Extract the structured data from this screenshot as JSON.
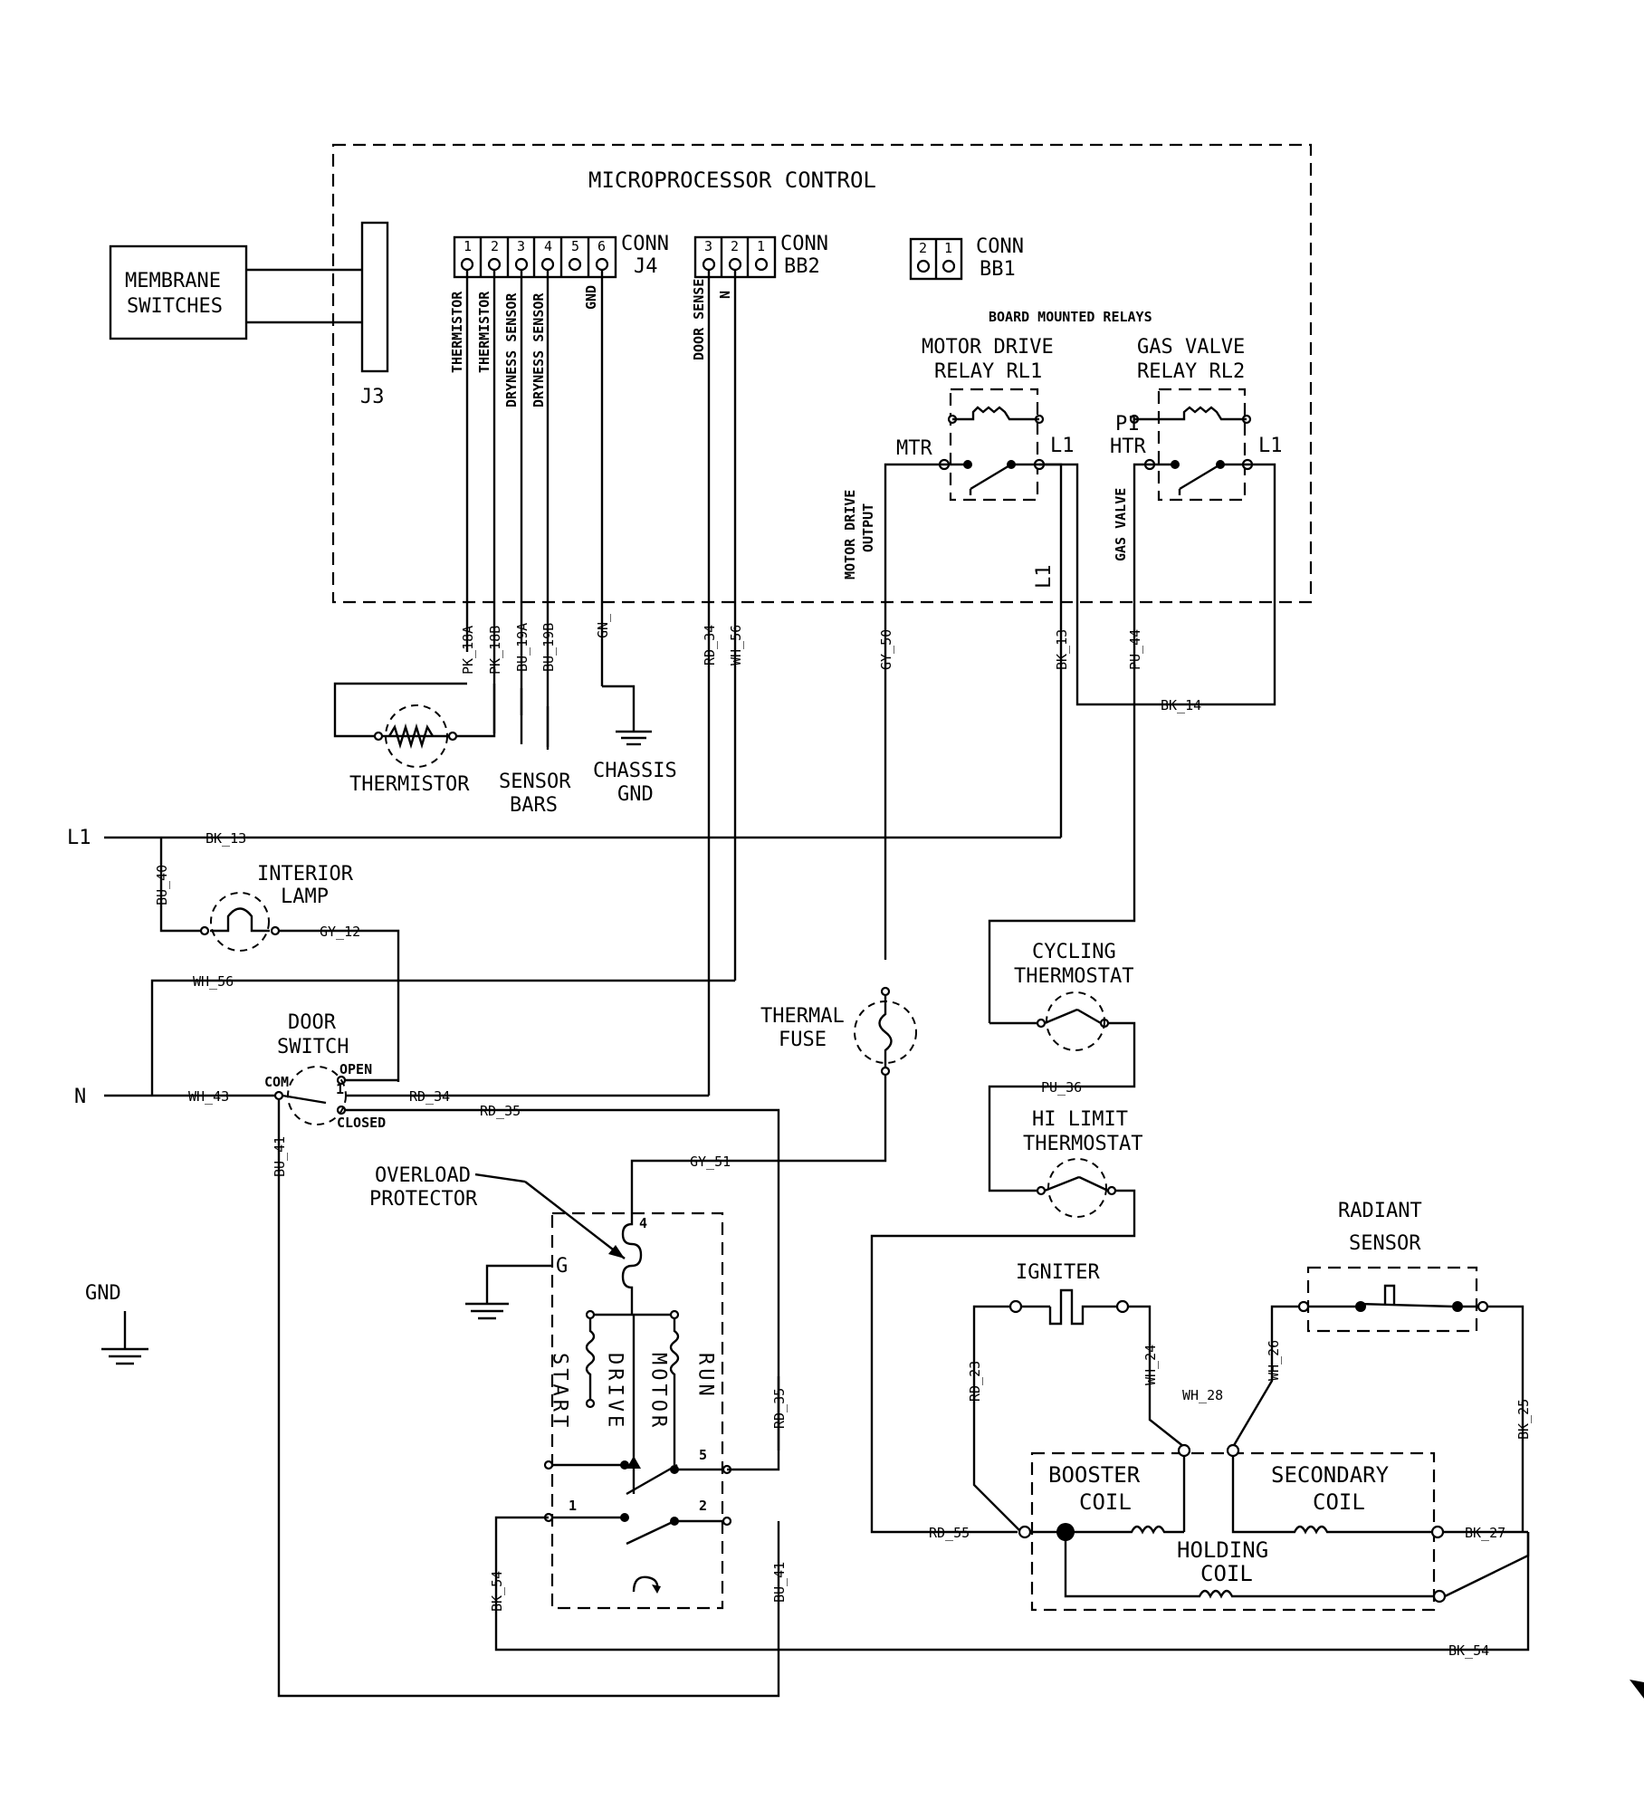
{
  "labels": {
    "microprocessor_control": "MICROPROCESSOR CONTROL",
    "membrane_switches_1": "MEMBRANE",
    "membrane_switches_2": "SWITCHES",
    "j3": "J3",
    "conn": "CONN",
    "j4": "J4",
    "bb2": "BB2",
    "bb1": "BB1",
    "j4_pins": [
      "1",
      "2",
      "3",
      "4",
      "5",
      "6"
    ],
    "bb2_pins": [
      "3",
      "2",
      "1"
    ],
    "bb1_pins": [
      "2",
      "1"
    ],
    "thermistor_sig": "THERMISTOR",
    "dryness_sensor": "DRYNESS SENSOR",
    "gnd_sig": "GND",
    "door_sense": "DOOR SENSE",
    "n_sig": "N",
    "board_mounted_relays": "BOARD MOUNTED RELAYS",
    "motor_drive": "MOTOR DRIVE",
    "relay_rl1": "RELAY RL1",
    "gas_valve_title": "GAS VALVE",
    "relay_rl2": "RELAY RL2",
    "mtr": "MTR",
    "l1": "L1",
    "p1": "P1",
    "htr": "HTR",
    "motor_drive_output_1": "MOTOR DRIVE",
    "motor_drive_output_2": "OUTPUT",
    "gas_valve_sig": "GAS VALVE",
    "thermistor": "THERMISTOR",
    "sensor": "SENSOR",
    "bars": "BARS",
    "chassis": "CHASSIS",
    "gnd": "GND",
    "n": "N",
    "interior": "INTERIOR",
    "lamp": "LAMP",
    "door": "DOOR",
    "switch": "SWITCH",
    "com": "COM",
    "open": "OPEN",
    "closed": "CLOSED",
    "one": "1",
    "thermal": "THERMAL",
    "fuse": "FUSE",
    "overload": "OVERLOAD",
    "protector": "PROTECTOR",
    "g": "G",
    "start": "START",
    "drive": "DRIVE",
    "motor": "MOTOR",
    "run": "RUN",
    "pin4": "4",
    "pin5": "5",
    "pin1": "1",
    "pin2": "2",
    "cycling": "CYCLING",
    "thermostat": "THERMOSTAT",
    "hi_limit": "HI LIMIT",
    "radiant": "RADIANT",
    "igniter": "IGNITER",
    "booster": "BOOSTER",
    "coil": "COIL",
    "secondary": "SECONDARY",
    "holding": "HOLDING"
  },
  "wires": {
    "pk18a": "PK_18A",
    "pk18b": "PK_18B",
    "bu19a": "BU_19A",
    "bu19b": "BU_19B",
    "gn": "GN_",
    "rd34v": "RD_34",
    "wh56v": "WH_56",
    "gy50": "GY_50",
    "bk13v": "BK_13",
    "pu44": "PU_44",
    "bk14": "BK_14",
    "bk13": "BK_13",
    "bu40": "BU_40",
    "gy12": "GY_12",
    "wh56": "WH_56",
    "wh43": "WH_43",
    "rd34": "RD_34",
    "rd35": "RD_35",
    "bu41a": "BU_41",
    "gy51": "GY_51",
    "rd35v": "RD_35",
    "bk54v": "BK_54",
    "bu41b": "BU_41",
    "bk54": "BK_54",
    "pu36": "PU_36",
    "rd23": "RD_23",
    "wh24": "WH_24",
    "wh28": "WH_28",
    "wh26": "WH_26",
    "bk25": "BK_25",
    "rd55": "RD_55",
    "bk27": "BK_27"
  }
}
